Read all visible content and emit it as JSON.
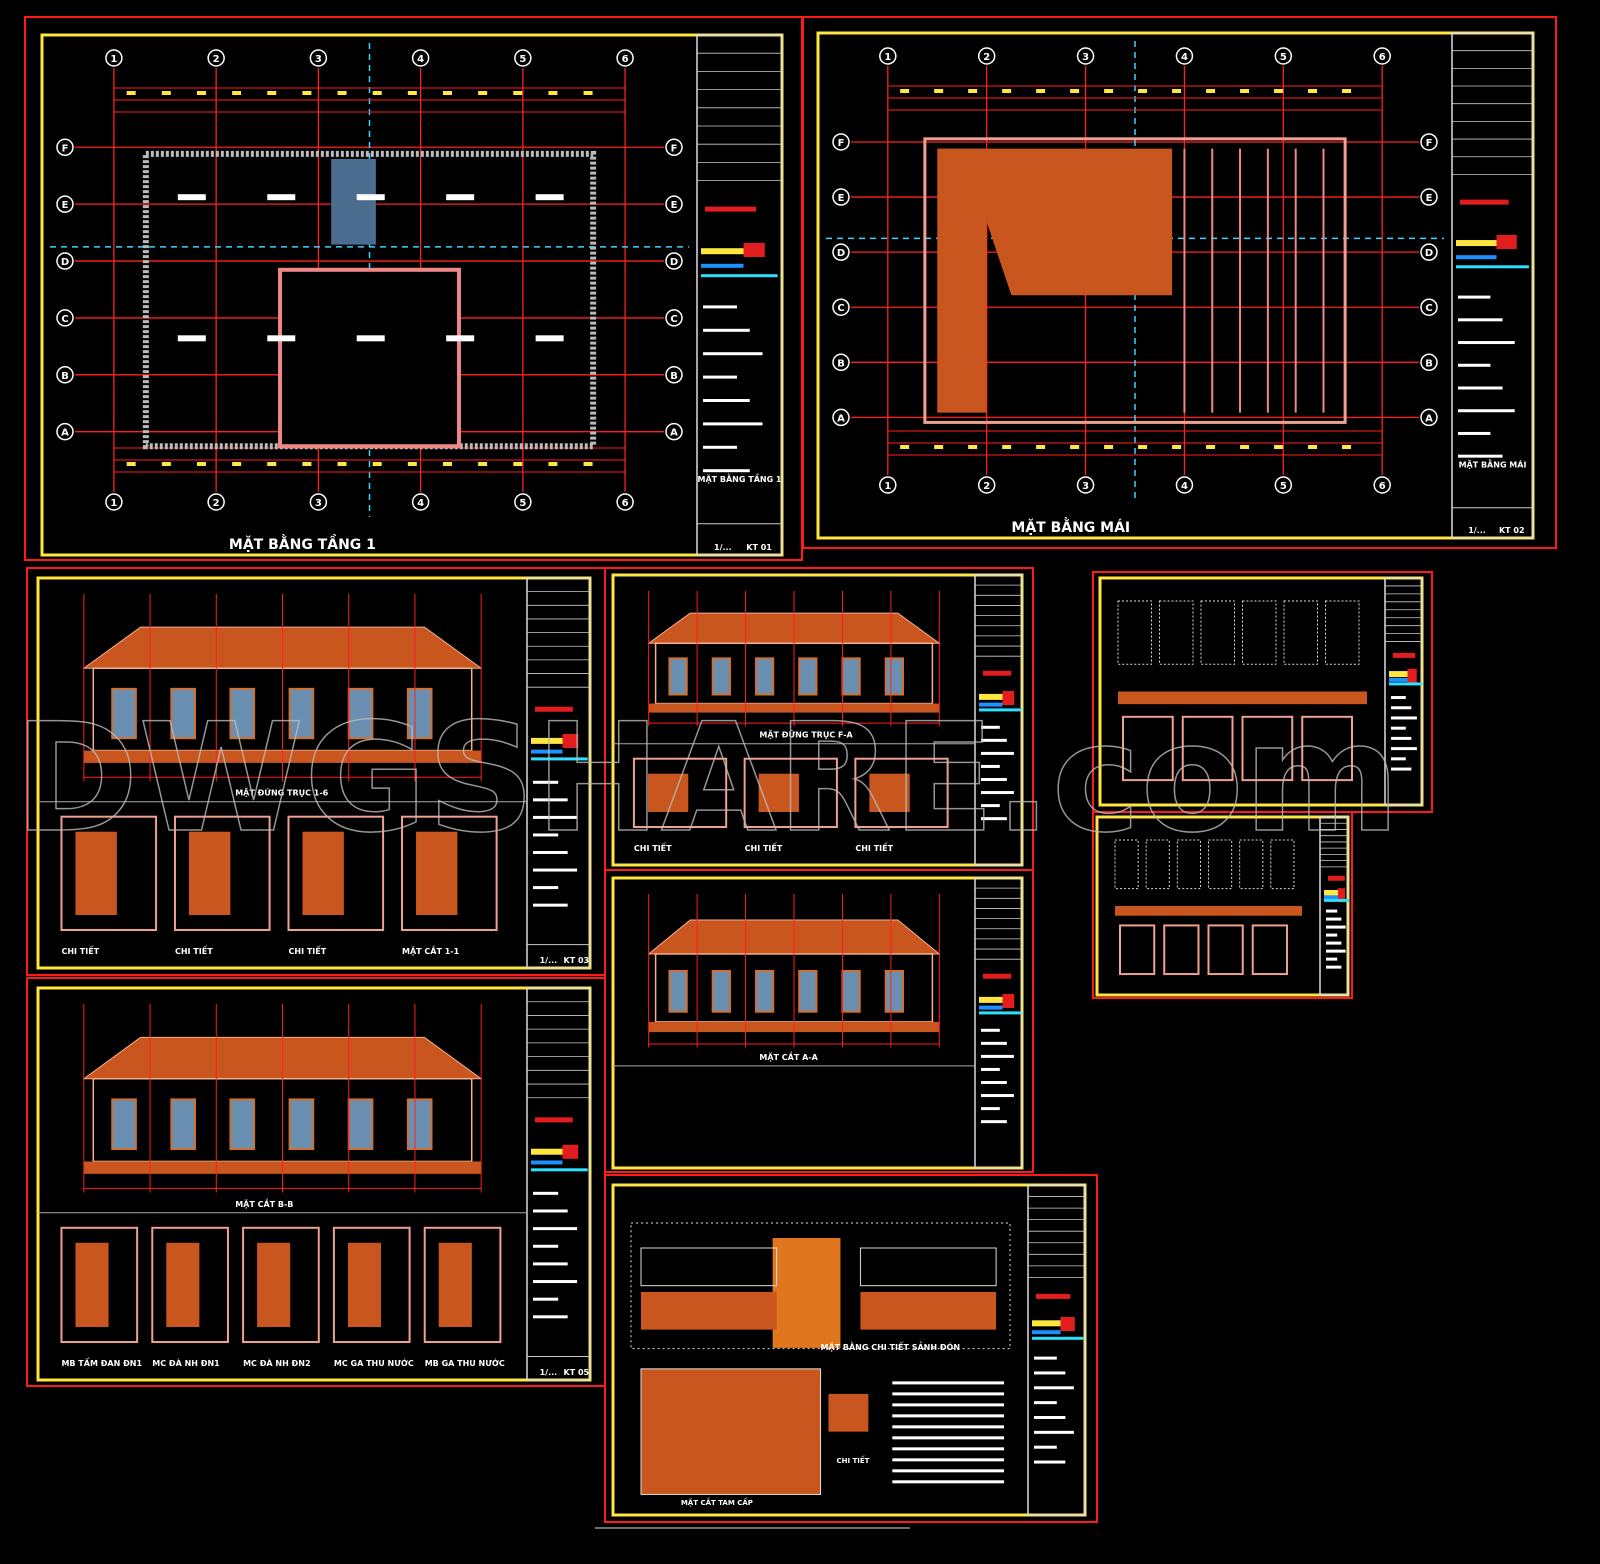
{
  "colors": {
    "background": "#000000",
    "sheet_frame": "#ff1a1a",
    "inner_border": "#ffe640",
    "grid_line": "#ff2020",
    "roof_fill": "#c8561e",
    "dimension_text": "#ffe640",
    "axis_center": "#3fd3ff",
    "watermark": "#bbbbbb"
  },
  "watermark": "DWGSHARE.com",
  "grid_axes_numeric": [
    "1",
    "2",
    "3",
    "4",
    "5",
    "6"
  ],
  "grid_axes_alpha": [
    "F",
    "E",
    "D",
    "C",
    "B",
    "A"
  ],
  "sheets": [
    {
      "id": "ground-floor-plan",
      "type": "plan",
      "title": "MẶT BẰNG TẦNG 1",
      "block_title": "MẶT BẰNG TẦNG 1",
      "scale": "1/...",
      "code": "KT 01"
    },
    {
      "id": "roof-plan",
      "type": "roof",
      "title": "MẶT BẰNG MÁI",
      "block_title": "MẶT BẰNG MÁI",
      "scale": "1/...",
      "code": "KT 02"
    },
    {
      "id": "front-elevation",
      "type": "elevation",
      "title": "MẶT ĐỨNG TRỤC 1-6",
      "details": [
        "CHI TIẾT",
        "CHI TIẾT",
        "CHI TIẾT",
        "MẶT CẮT 1-1"
      ],
      "scale": "1/...",
      "code": "KT 03"
    },
    {
      "id": "side-elevation",
      "type": "elevation-small",
      "title": "MẶT ĐỨNG TRỤC F-A",
      "details": [
        "CHI TIẾT",
        "CHI TIẾT",
        "CHI TIẾT"
      ]
    },
    {
      "id": "fence-detail",
      "type": "fence"
    },
    {
      "id": "column-detail",
      "type": "detail"
    },
    {
      "id": "section-aa",
      "type": "section",
      "title": "MẶT CẮT A-A"
    },
    {
      "id": "section-bb",
      "type": "section-long",
      "title": "MẶT CẮT B-B",
      "details": [
        "MB TẤM ĐAN ĐN1",
        "MC ĐÀ NH ĐN1",
        "MC ĐÀ NH ĐN2",
        "MC GA THU NƯỚC",
        "MB GA THU NƯỚC"
      ],
      "scale": "1/...",
      "code": "KT 05"
    },
    {
      "id": "lobby-detail",
      "type": "lobby",
      "title": "MẶT BẰNG CHI TIẾT SẢNH ĐÓN",
      "details": [
        "MẶT CẮT TAM CẤP",
        "CHI TIẾT"
      ]
    }
  ]
}
